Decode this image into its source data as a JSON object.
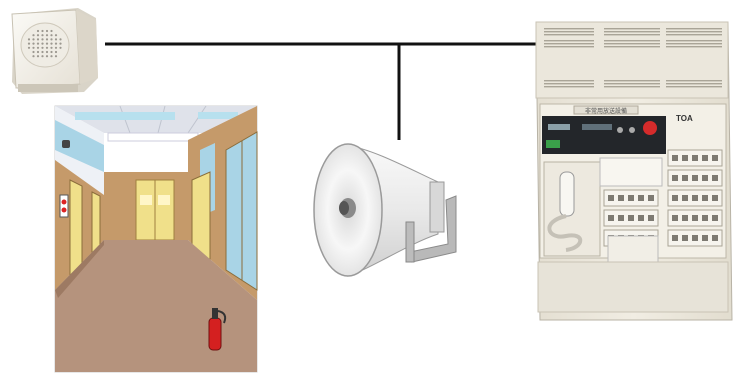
{
  "panel": {
    "brand": "TOA",
    "header": "非常用放送設備"
  },
  "colors": {
    "wire": "#111111",
    "panel_body": "#ece8dc",
    "corridor_wall": "#c59a6a",
    "corridor_floor": "#b5937d",
    "door_yellow": "#f0e08a",
    "extinguisher": "#d42020",
    "horn_body": "#f2f2f2",
    "bracket": "#b9b9b9"
  },
  "icons": {
    "ceiling_speaker": "wall-speaker-icon",
    "horn_speaker": "horn-speaker-icon",
    "amplifier": "emergency-broadcast-rack-icon",
    "scene": "school-corridor-illustration"
  }
}
